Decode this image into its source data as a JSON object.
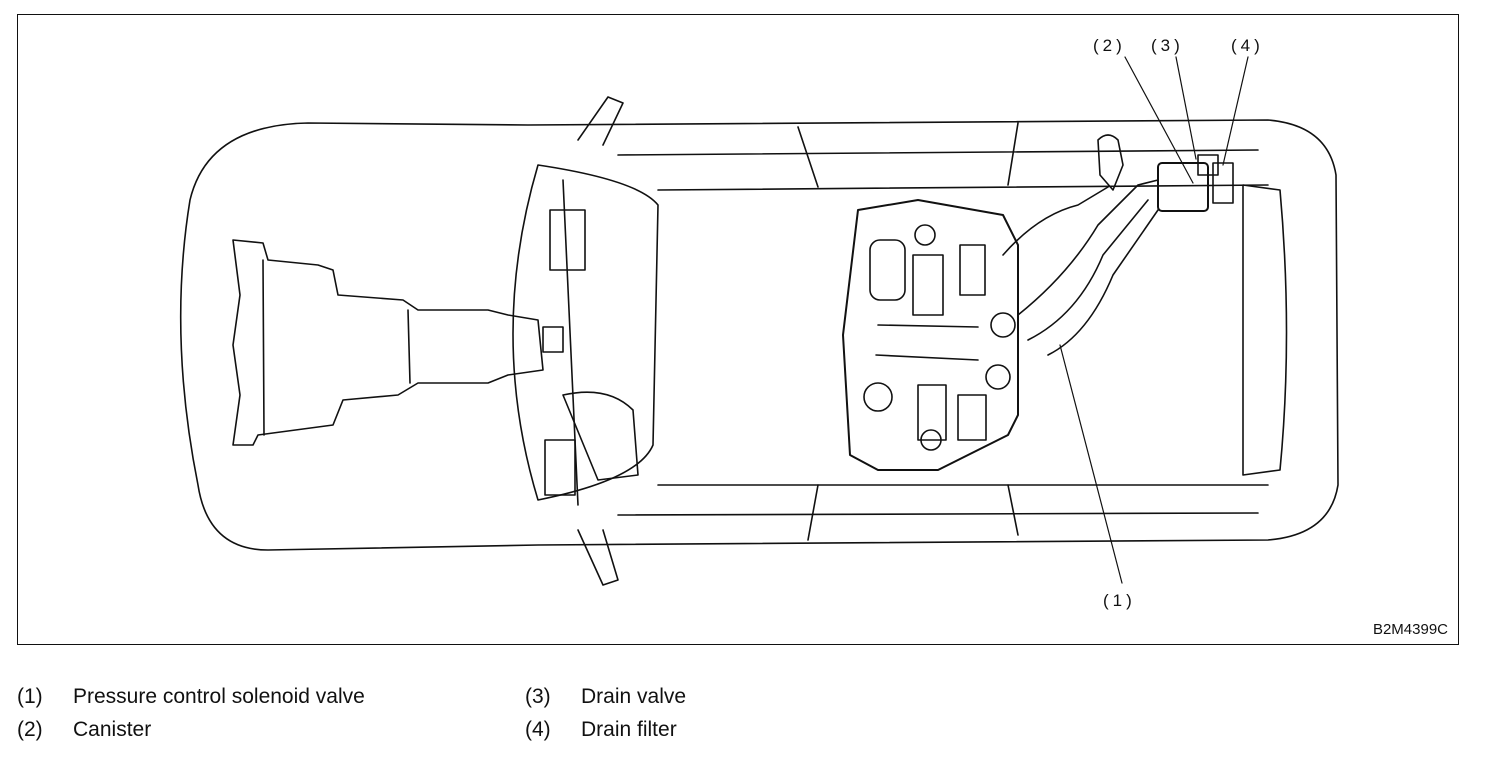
{
  "figure": {
    "code": "B2M4399C",
    "callouts": [
      {
        "id": "1",
        "label": "(1)"
      },
      {
        "id": "2",
        "label": "(2)"
      },
      {
        "id": "3",
        "label": "(3)"
      },
      {
        "id": "4",
        "label": "(4)"
      }
    ]
  },
  "legend": [
    {
      "num": "(1)",
      "text": "Pressure control solenoid valve"
    },
    {
      "num": "(2)",
      "text": "Canister"
    },
    {
      "num": "(3)",
      "text": "Drain valve"
    },
    {
      "num": "(4)",
      "text": "Drain filter"
    }
  ]
}
